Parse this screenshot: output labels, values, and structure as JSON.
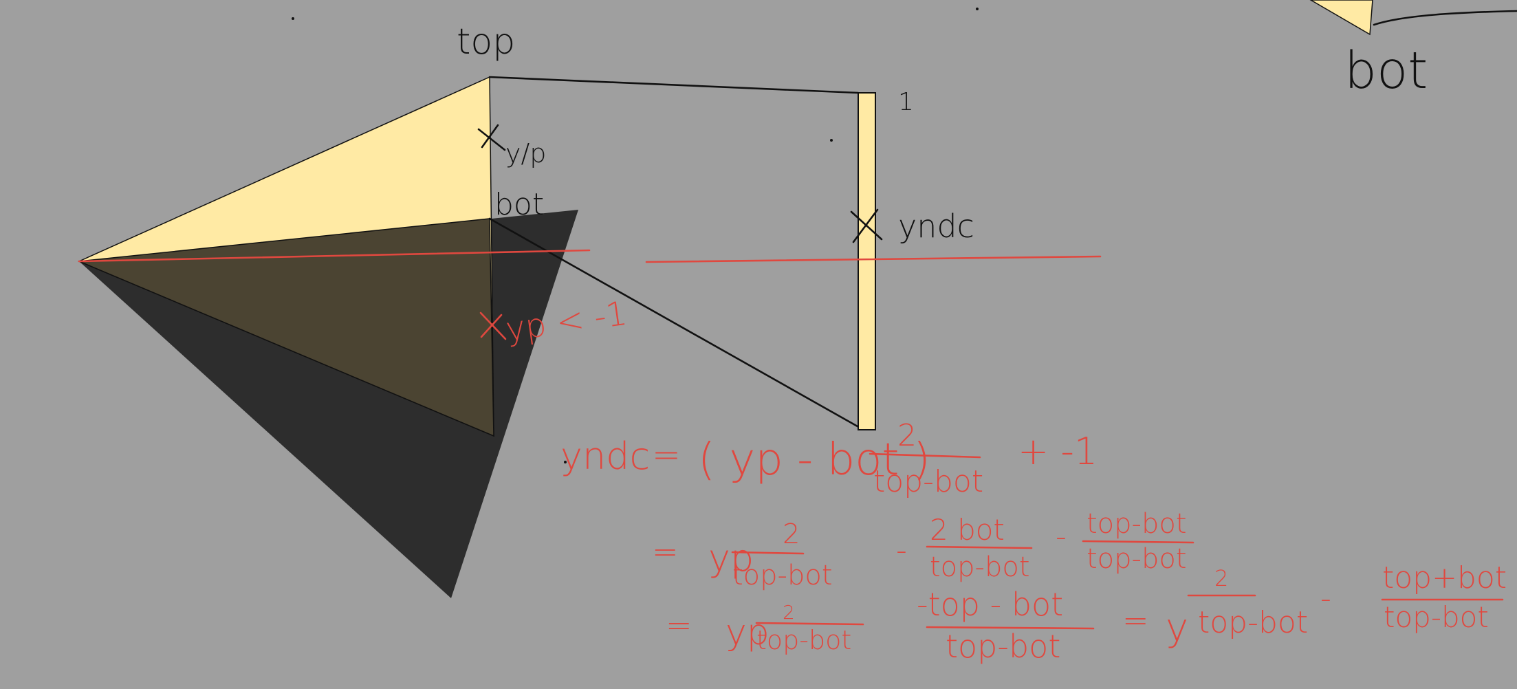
{
  "colors": {
    "background": "#9f9f9f",
    "frustum_light": "#ffeaa4",
    "frustum_dark": "#2d2d2d",
    "overlap": "#4b4432",
    "ink_black": "#111111",
    "ink_red": "#e0483f"
  },
  "labels": {
    "top": "top",
    "bot_near": "bot",
    "bot_corner": "bot",
    "one": "1",
    "y_p": "y/p",
    "y_ndc": "yndc",
    "y_p_lt": "yp < -1"
  },
  "equations": {
    "line1": {
      "lhs": "yndc",
      "eq": "=",
      "paren": "( yp - bot )",
      "num": "2",
      "den": "top-bot",
      "tail": "+  -1"
    },
    "line2": {
      "eq": "=",
      "a": "yp",
      "a_num": "2",
      "a_den": "top-bot",
      "minus1": "-",
      "b_num": "2 bot",
      "b_den": "top-bot",
      "minus2": "-",
      "c_num": "top-bot",
      "c_den": "top-bot"
    },
    "line3": {
      "eq": "=",
      "a": "yp",
      "a_num": "2",
      "a_den": "top-bot",
      "b_num": "-top - bot",
      "b_den": "top-bot",
      "eq2": "=",
      "c": "y",
      "c_num": "2",
      "c_den": "top-bot",
      "minus": "-",
      "d_num": "top+bot",
      "d_den": "top-bot"
    }
  }
}
